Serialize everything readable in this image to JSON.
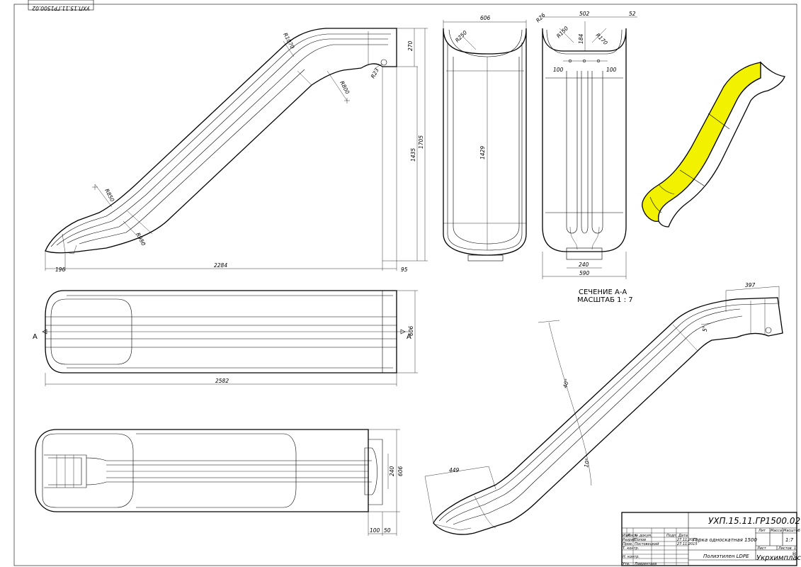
{
  "sheet": {
    "rotated_code": "УХП.15.11.ГР1500.02"
  },
  "side_view": {
    "dims": {
      "r1070": "R1070",
      "r800": "R800",
      "r23": "R23",
      "r850": "R850",
      "r950": "R950",
      "d270": "270",
      "d1705": "1705",
      "d1435": "1435",
      "d196": "196",
      "d2284": "2284",
      "d95": "95"
    }
  },
  "front_view": {
    "dims": {
      "w606": "606",
      "r250": "R250",
      "h1429": "1429"
    }
  },
  "section_view": {
    "dims": {
      "r26": "R26",
      "w502": "502",
      "d52": "52",
      "r150": "R150",
      "d184": "184",
      "r170": "R170",
      "d100a": "100",
      "d100b": "100",
      "w240": "240",
      "w590": "590"
    },
    "caption_line1": "СЕЧЕНИЕ А-А",
    "caption_line2": "МАСШТАБ 1 : 7"
  },
  "top_view": {
    "dims": {
      "a_left": "А",
      "a_right": "А",
      "w606": "606",
      "l2582": "2582"
    }
  },
  "bottom_view": {
    "dims": {
      "w240": "240",
      "w606": "606",
      "d100": "100",
      "d50": "50"
    }
  },
  "iso_view": {
    "dims": {
      "d397": "397",
      "a5": "5°",
      "a40": "40°",
      "a10": "10°",
      "d449": "449"
    }
  },
  "title_block": {
    "code": "УХП.15.11.ГР1500.02",
    "name": "Горка односкатная 1500",
    "col_lit": "Лит",
    "col_mass": "Масса",
    "col_scale": "Масштаб",
    "scale_value": "1:7",
    "sheet_label": "Лист",
    "sheets_label": "Листов",
    "sheets_count": "1",
    "material": "Полиэтилен LDPE",
    "company": "Укрхимпласт",
    "reg_mark": "®",
    "hdr_izm": "Изм",
    "hdr_list": "Лист",
    "hdr_doc": "№ докум.",
    "hdr_sign": "Подп.",
    "hdr_date": "Дата",
    "row_razrab": "Разраб.",
    "row_razrab_name": "Попов",
    "row_razrab_date": "27.11.2015",
    "row_prov": "Пров.",
    "row_prov_name": "Постовецкий",
    "row_prov_date": "27.11.2015",
    "row_tkontr": "Т. контр.",
    "row_nkontr": "Н. контр.",
    "row_utv": "Утв.",
    "row_utv_name": "Лаврентьев"
  },
  "colors": {
    "line": "#000000",
    "accent_fill": "#f2f200",
    "background": "#ffffff"
  }
}
